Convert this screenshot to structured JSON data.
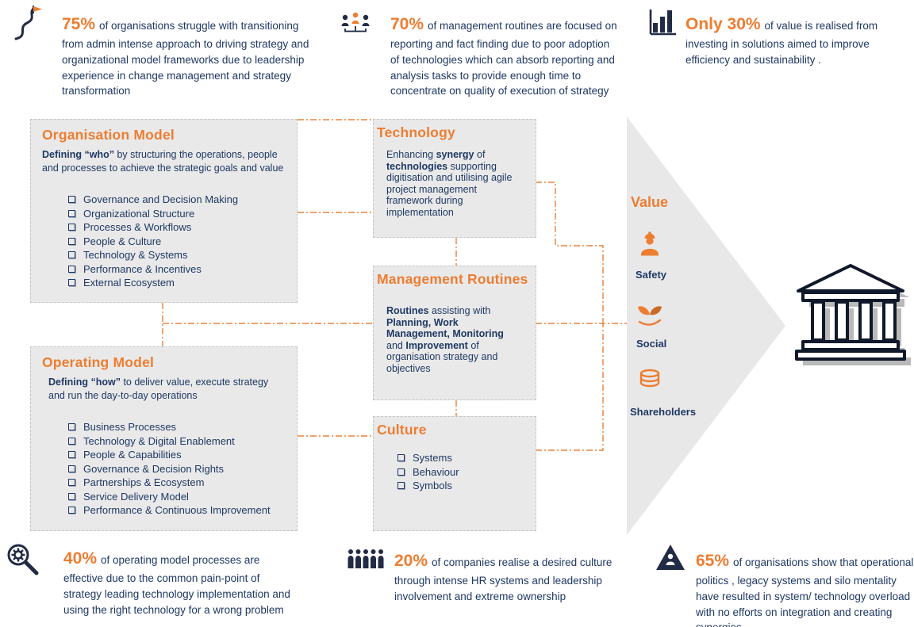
{
  "colors": {
    "accent": "#ED7D31",
    "navy": "#1F3864",
    "box_bg": "#E9E9E9"
  },
  "top_stats": [
    {
      "icon": "leadership-journey-icon",
      "stat": "75%",
      "text": "of organisations struggle with transitioning from admin intense approach to driving strategy and organizational model frameworks due to leadership experience in change management and strategy transformation"
    },
    {
      "icon": "team-hierarchy-icon",
      "stat": "70%",
      "text": "of management routines are focused on reporting and fact finding due to poor adoption of technologies which can absorb reporting and analysis tasks to provide enough time to concentrate on quality of execution of strategy"
    },
    {
      "icon": "bar-chart-icon",
      "stat": "Only 30%",
      "text": "of value is realised from investing in solutions aimed to improve efficiency and sustainability ."
    }
  ],
  "boxes": {
    "organisation_model": {
      "title": "Organisation Model",
      "desc": [
        {
          "t": "Defining “who”",
          "b": true
        },
        {
          "t": " by structuring the operations, people and processes to achieve the strategic goals and value"
        }
      ],
      "items": [
        "Governance and Decision Making",
        "Organizational Structure",
        "Processes & Workflows",
        "People & Culture",
        "Technology & Systems",
        "Performance & Incentives",
        "External Ecosystem"
      ]
    },
    "technology": {
      "title": "Technology",
      "desc": [
        {
          "t": "Enhancing "
        },
        {
          "t": "synergy",
          "b": true
        },
        {
          "t": " of "
        },
        {
          "t": "technologies",
          "b": true
        },
        {
          "t": " supporting digitisation and utilising agile project management framework during implementation"
        }
      ]
    },
    "management_routines": {
      "title": "Management Routines",
      "desc": [
        {
          "t": "Routines",
          "b": true
        },
        {
          "t": " assisting with "
        },
        {
          "t": "Planning, Work Management, Monitoring",
          "b": true
        },
        {
          "t": " and "
        },
        {
          "t": "Improvement",
          "b": true
        },
        {
          "t": " of organisation strategy and objectives"
        }
      ]
    },
    "operating_model": {
      "title": "Operating Model",
      "desc": [
        {
          "t": "Defining  “how”",
          "b": true
        },
        {
          "t": " to deliver value, execute strategy and run the day-to-day operations"
        }
      ],
      "items": [
        "Business Processes",
        "Technology & Digital Enablement",
        "People & Capabilities",
        "Governance & Decision Rights",
        "Partnerships & Ecosystem",
        "Service Delivery Model",
        "Performance & Continuous Improvement"
      ]
    },
    "culture": {
      "title": "Culture",
      "items": [
        "Systems",
        "Behaviour",
        "Symbols"
      ]
    }
  },
  "value_arrow": {
    "title": "Value",
    "items": [
      {
        "icon": "safety-icon",
        "label": "Safety"
      },
      {
        "icon": "social-icon",
        "label": "Social"
      },
      {
        "icon": "shareholders-icon",
        "label": "Shareholders"
      }
    ]
  },
  "right_icon": "bank-icon",
  "bottom_stats": [
    {
      "icon": "magnifier-gear-icon",
      "stat": "40%",
      "text": "of operating model processes are effective due to the common pain-point of strategy leading technology implementation and using the right technology for a wrong problem"
    },
    {
      "icon": "people-group-icon",
      "stat": "20%",
      "text": "of companies realise a desired culture through intense HR systems and leadership involvement and extreme ownership"
    },
    {
      "icon": "mountain-person-icon",
      "stat": "65%",
      "text": "of organisations show that operational politics , legacy systems and silo mentality have resulted in system/ technology overload with no efforts on integration and creating synergies"
    }
  ]
}
